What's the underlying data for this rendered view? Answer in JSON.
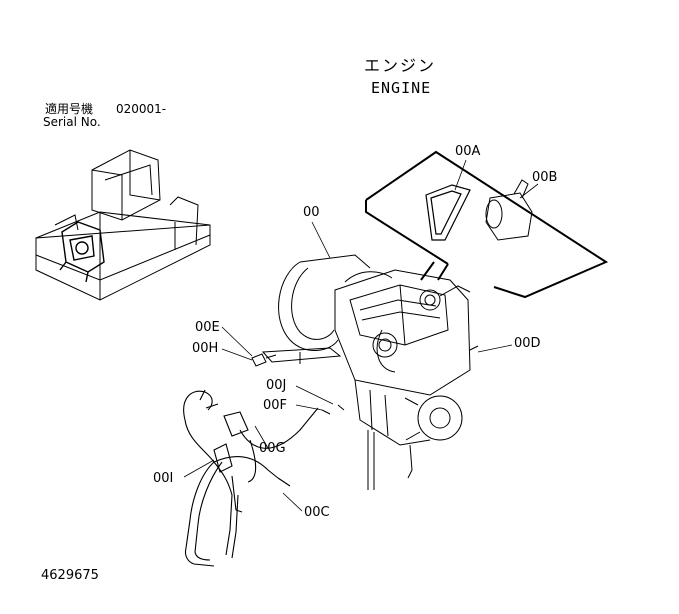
{
  "header": {
    "title_jp": "エンジン",
    "title_en": "ENGINE",
    "serial_label_jp": "適用号機",
    "serial_label_en": "Serial No.",
    "serial_value": "020001-"
  },
  "callouts": {
    "c00": "00",
    "c00A": "00A",
    "c00B": "00B",
    "c00C": "00C",
    "c00D": "00D",
    "c00E": "00E",
    "c00F": "00F",
    "c00G": "00G",
    "c00H": "00H",
    "c00I": "00I",
    "c00J": "00J"
  },
  "footer": {
    "document_number": "4629675"
  }
}
